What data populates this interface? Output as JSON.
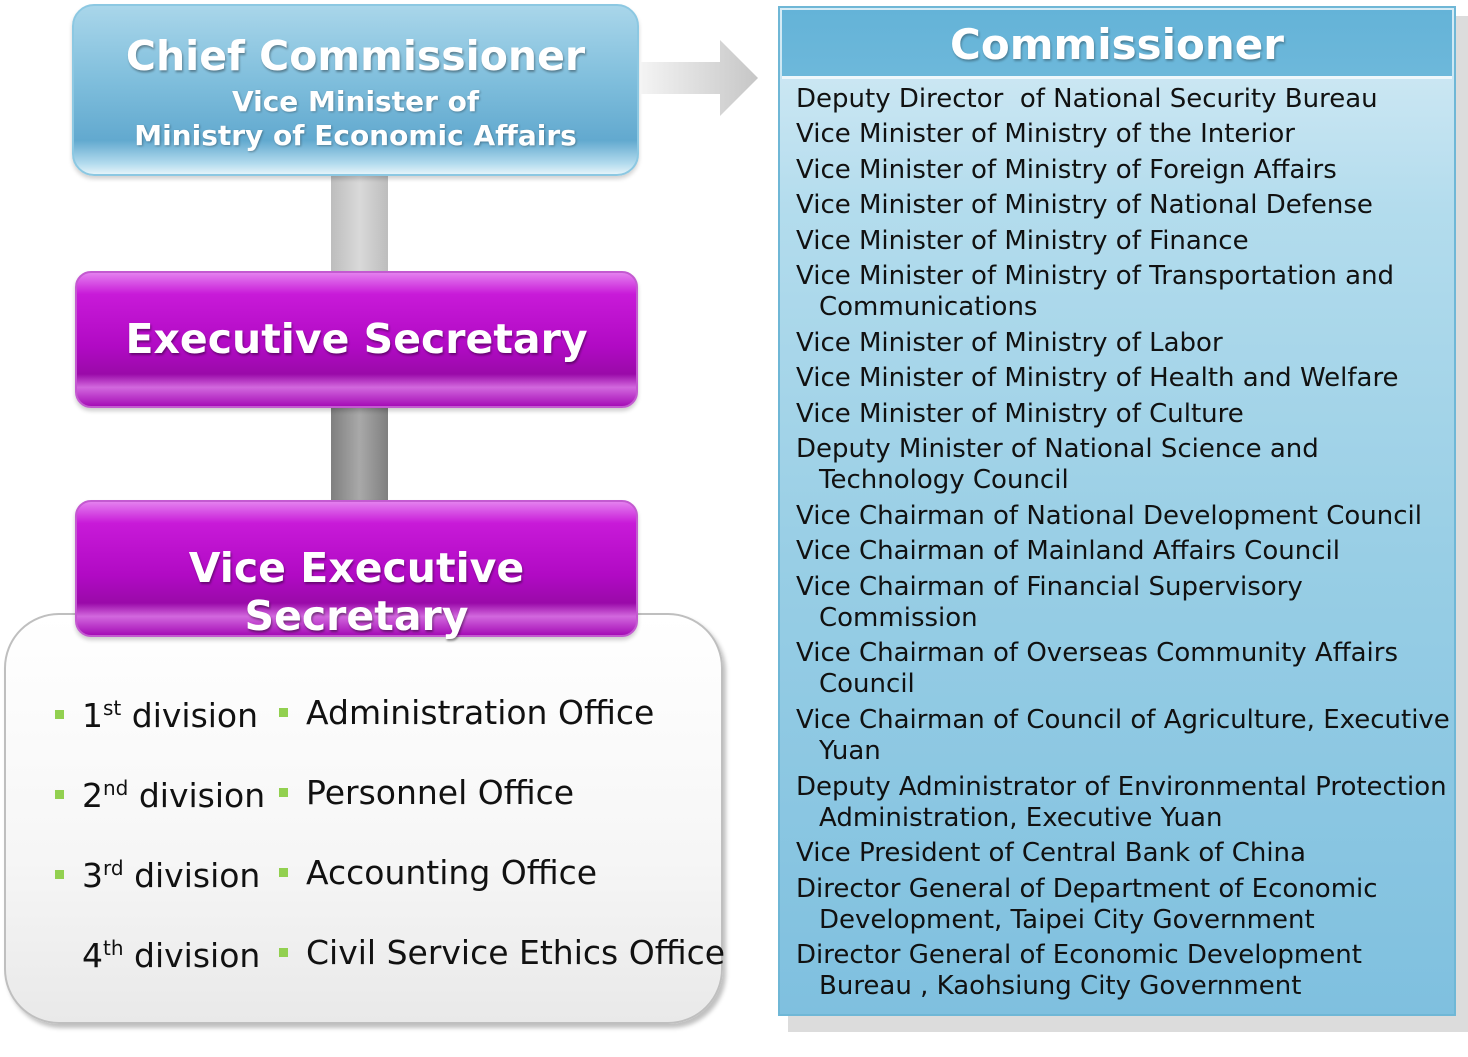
{
  "chief": {
    "title": "Chief Commissioner",
    "sub1": "Vice Minister of",
    "sub2": "Ministry of Economic Affairs"
  },
  "executive_secretary": "Executive Secretary",
  "vice_executive_secretary": "Vice Executive Secretary",
  "divisions": [
    {
      "num": "1",
      "sup": "st",
      "word": " division"
    },
    {
      "num": "2",
      "sup": "nd",
      "word": " division"
    },
    {
      "num": "3",
      "sup": "rd",
      "word": " division"
    },
    {
      "num": "4",
      "sup": "th",
      "word": " division"
    }
  ],
  "offices": [
    "Administration Office",
    "Personnel Office",
    "Accounting Office",
    "Civil Service Ethics Office"
  ],
  "commissioner": {
    "title": "Commissioner",
    "members": [
      [
        "Deputy Director  of National Security Bureau"
      ],
      [
        "Vice Minister of Ministry of the Interior"
      ],
      [
        "Vice Minister of Ministry of Foreign Affairs"
      ],
      [
        "Vice Minister of Ministry of National Defense"
      ],
      [
        "Vice Minister of Ministry of Finance"
      ],
      [
        "Vice Minister of Ministry of Transportation and",
        "Communications"
      ],
      [
        "Vice Minister of Ministry of Labor"
      ],
      [
        "Vice Minister of Ministry of Health and Welfare"
      ],
      [
        "Vice Minister of Ministry of Culture"
      ],
      [
        "Deputy Minister of National Science and",
        "Technology Council"
      ],
      [
        "Vice Chairman of National Development Council"
      ],
      [
        "Vice Chairman of Mainland Affairs Council"
      ],
      [
        "Vice Chairman of Financial Supervisory",
        "Commission"
      ],
      [
        "Vice Chairman of Overseas Community Affairs",
        "Council"
      ],
      [
        "Vice Chairman of Council of Agriculture, Executive",
        "Yuan"
      ],
      [
        "Deputy Administrator of Environmental Protection",
        "Administration, Executive Yuan"
      ],
      [
        "Vice President of Central Bank of China"
      ],
      [
        "Director General of Department of Economic",
        "Development, Taipei City Government"
      ],
      [
        "Director General of Economic Development",
        "Bureau , Kaohsiung City Government"
      ]
    ]
  },
  "colors": {
    "chief_blue": "#62a9cf",
    "secretary_purple": "#b10ac4",
    "bullet_green": "#92d050",
    "panel_blue": "#98cee5"
  }
}
